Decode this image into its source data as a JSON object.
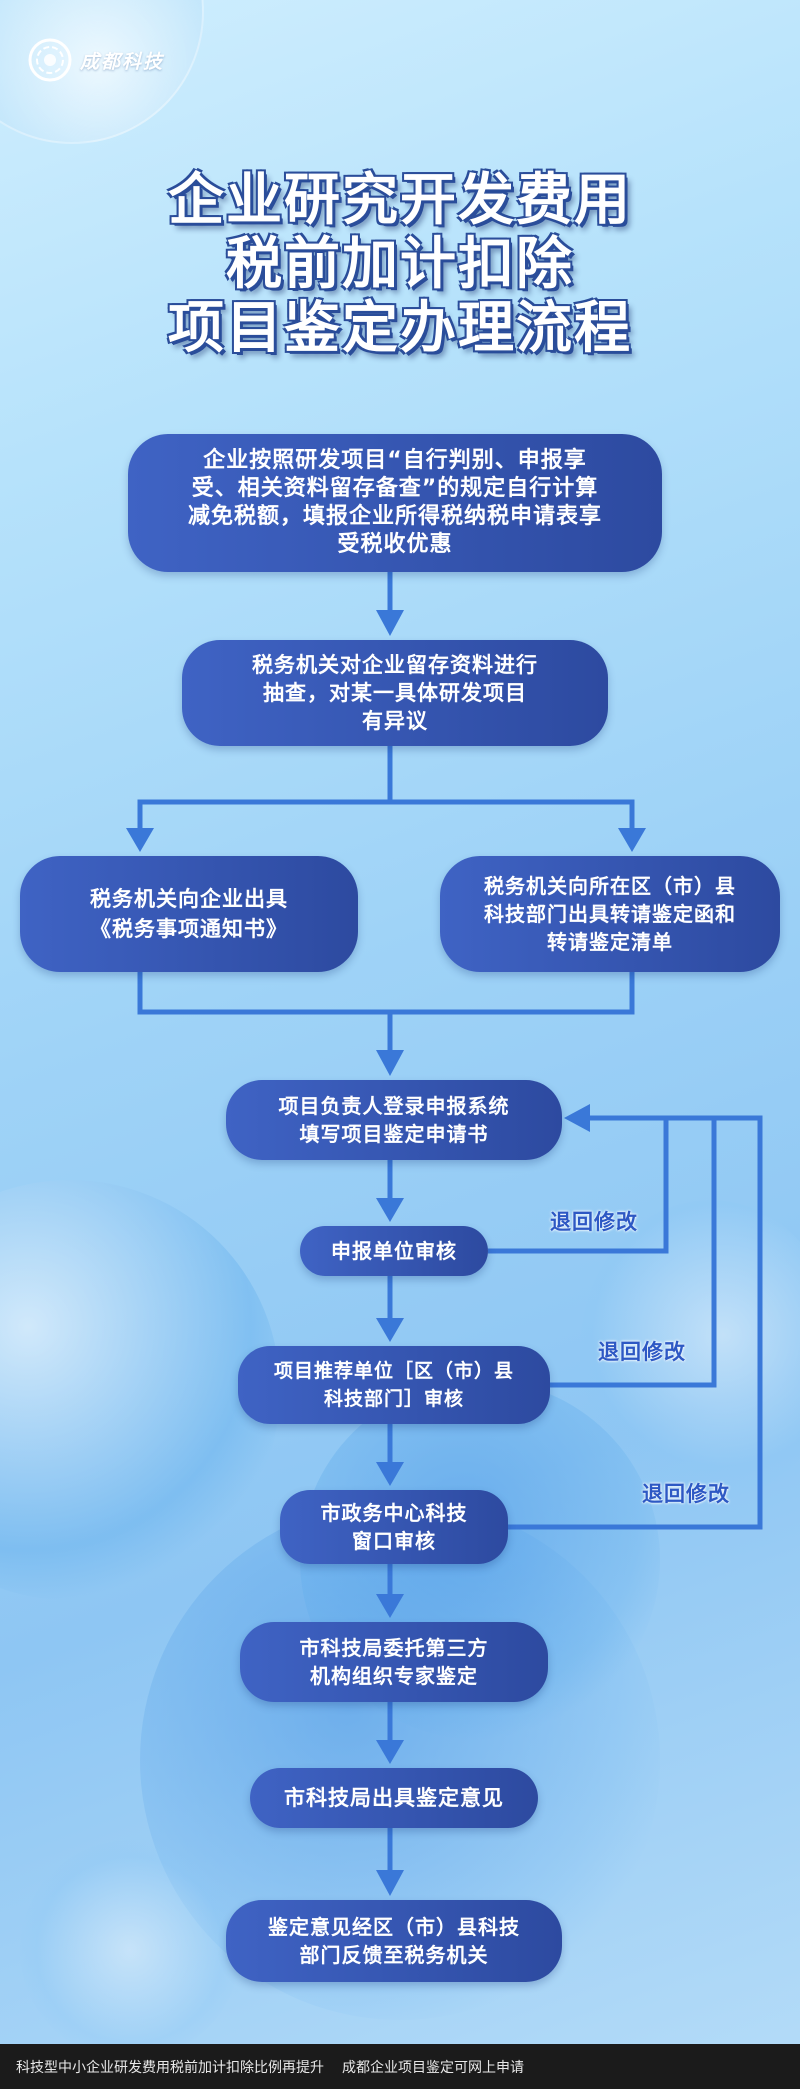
{
  "brand": {
    "name": "成都科技",
    "icon": "ring-logo-icon"
  },
  "title": {
    "lines": [
      "企业研究开发费用",
      "税前加计扣除",
      "项目鉴定办理流程"
    ]
  },
  "colors": {
    "node": "#3f63c4",
    "node_dark": "#2d4aa0",
    "arrow": "#3a78d8",
    "label": "#2d58c4",
    "footer_bg": "#1b1b1b"
  },
  "flow": {
    "nodes": [
      {
        "id": "n1",
        "lines": [
          "企业按照研发项目“自行判别、申报享",
          "受、相关资料留存备查”的规定自行计算",
          "减免税额，填报企业所得税纳税申请表享",
          "受税收优惠"
        ]
      },
      {
        "id": "n2",
        "lines": [
          "税务机关对企业留存资料进行",
          "抽查，对某一具体研发项目",
          "有异议"
        ]
      },
      {
        "id": "n3",
        "lines": [
          "税务机关向企业出具",
          "《税务事项通知书》"
        ]
      },
      {
        "id": "n4",
        "lines": [
          "税务机关向所在区（市）县",
          "科技部门出具转请鉴定函和",
          "转请鉴定清单"
        ]
      },
      {
        "id": "n5",
        "lines": [
          "项目负责人登录申报系统",
          "填写项目鉴定申请书"
        ]
      },
      {
        "id": "n6",
        "lines": [
          "申报单位审核"
        ]
      },
      {
        "id": "n7",
        "lines": [
          "项目推荐单位［区（市）县",
          "科技部门］审核"
        ]
      },
      {
        "id": "n8",
        "lines": [
          "市政务中心科技",
          "窗口审核"
        ]
      },
      {
        "id": "n9",
        "lines": [
          "市科技局委托第三方",
          "机构组织专家鉴定"
        ]
      },
      {
        "id": "n10",
        "lines": [
          "市科技局出具鉴定意见"
        ]
      },
      {
        "id": "n11",
        "lines": [
          "鉴定意见经区（市）县科技",
          "部门反馈至税务机关"
        ]
      }
    ],
    "return_labels": [
      "退回修改",
      "退回修改",
      "退回修改"
    ]
  },
  "footer": {
    "links": [
      "科技型中小企业研发费用税前加计扣除比例再提升",
      "成都企业项目鉴定可网上申请"
    ]
  }
}
